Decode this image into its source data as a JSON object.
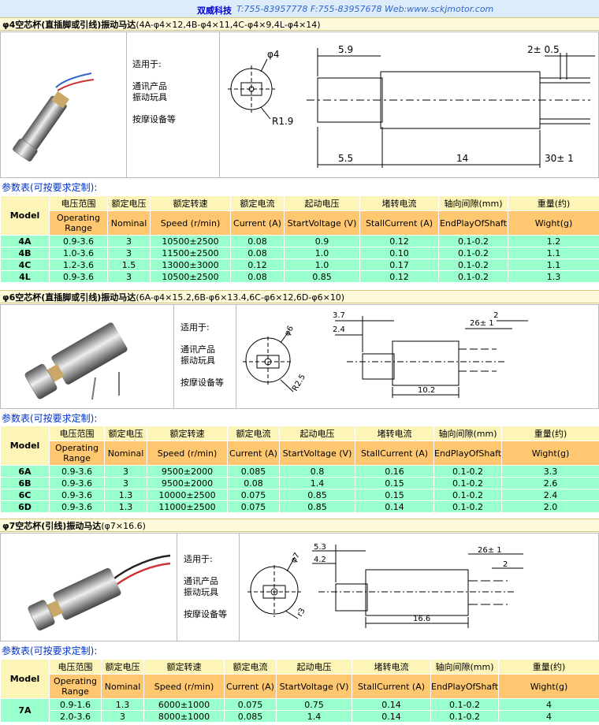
{
  "header": {
    "brand": "双威科技",
    "contact": "T:755-83957778 F:755-83957678 Web:www.sckjmotor.com"
  },
  "params_title": "参数表(可按要求定制):",
  "usage": {
    "title": "适用于:",
    "line1": "通讯产品",
    "line2": "振动玩具",
    "line3": "按摩设备等"
  },
  "columns_cn": [
    "Model",
    "电压范围",
    "额定电压",
    "额定转速",
    "额定电流",
    "起动电压",
    "堵转电流",
    "轴向间隙(mm)",
    "重量(约)"
  ],
  "columns_en": [
    "Operating Range",
    "Nominal",
    "Speed (r/min)",
    "Current (A)",
    "StartVoltage (V)",
    "StallCurrent (A)",
    "EndPlayOfShaft",
    "Wight(g)"
  ],
  "sections": [
    {
      "title": "φ4空芯杯(直插脚或引线)振动马达",
      "subtitle": "(4A-φ4×12,4B-φ4×11,4C-φ4×9,4L-φ4×14)",
      "dims": {
        "d1": "φ4",
        "r": "R1.9",
        "a": "5.9",
        "b": "5.5",
        "c": "14",
        "e": "2± 0.5",
        "f": "30± 1"
      },
      "rows": [
        {
          "model": "4A",
          "range": "0.9-3.6",
          "nominal": "3",
          "speed": "10500±2500",
          "current": "0.08",
          "start": "0.9",
          "stall": "0.12",
          "endplay": "0.1-0.2",
          "weight": "1.2"
        },
        {
          "model": "4B",
          "range": "1.0-3.6",
          "nominal": "3",
          "speed": "11500±2500",
          "current": "0.08",
          "start": "1.0",
          "stall": "0.10",
          "endplay": "0.1-0.2",
          "weight": "1.1"
        },
        {
          "model": "4C",
          "range": "1.2-3.6",
          "nominal": "1.5",
          "speed": "13000±3000",
          "current": "0.12",
          "start": "1.0",
          "stall": "0.17",
          "endplay": "0.1-0.2",
          "weight": "1.1"
        },
        {
          "model": "4L",
          "range": "0.9-3.6",
          "nominal": "3",
          "speed": "10500±2500",
          "current": "0.08",
          "start": "0.85",
          "stall": "0.12",
          "endplay": "0.1-0.2",
          "weight": "1.3"
        }
      ]
    },
    {
      "title": "φ6空芯杯(直插脚或引线)振动马达",
      "subtitle": "(6A-φ4×15.2,6B-φ6×13.4,6C-φ6×12,6D-φ6×10)",
      "dims": {
        "d1": "φ6",
        "r": "R2.5",
        "a": "3.7",
        "b": "2.4",
        "c": "10.2",
        "e": "2",
        "f": "26± 1"
      },
      "rows": [
        {
          "model": "6A",
          "range": "0.9-3.6",
          "nominal": "3",
          "speed": "9500±2000",
          "current": "0.085",
          "start": "0.8",
          "stall": "0.16",
          "endplay": "0.1-0.2",
          "weight": "3.3"
        },
        {
          "model": "6B",
          "range": "0.9-3.6",
          "nominal": "3",
          "speed": "9500±2000",
          "current": "0.08",
          "start": "1.4",
          "stall": "0.15",
          "endplay": "0.1-0.2",
          "weight": "2.6"
        },
        {
          "model": "6C",
          "range": "0.9-3.6",
          "nominal": "1.3",
          "speed": "10000±2500",
          "current": "0.075",
          "start": "0.85",
          "stall": "0.15",
          "endplay": "0.1-0.2",
          "weight": "2.4"
        },
        {
          "model": "6D",
          "range": "0.9-3.6",
          "nominal": "1.3",
          "speed": "11000±2500",
          "current": "0.075",
          "start": "0.85",
          "stall": "0.14",
          "endplay": "0.1-0.2",
          "weight": "2.0"
        }
      ]
    },
    {
      "title": "φ7空芯杯(引线)振动马达",
      "subtitle": "(φ7×16.6)",
      "dims": {
        "d1": "φ7",
        "r": "r3",
        "a": "5.3",
        "b": "4.2",
        "c": "16.6",
        "e": "2",
        "f": "26± 1"
      },
      "model": "7A",
      "rows": [
        {
          "range": "0.9-1.6",
          "nominal": "1.3",
          "speed": "6000±1000",
          "current": "0.075",
          "start": "0.75",
          "stall": "0.14",
          "endplay": "0.1-0.2",
          "weight": "4"
        },
        {
          "range": "2.0-3.6",
          "nominal": "3",
          "speed": "8000±1000",
          "current": "0.085",
          "start": "1.4",
          "stall": "0.14",
          "endplay": "0.1-0.2",
          "weight": "4"
        }
      ]
    }
  ],
  "colors": {
    "header_bg": "#dcecfb",
    "title_bg": "#fffadc",
    "table_head": "#fdf4b7",
    "table_head2": "#ffc870",
    "table_row": "#99ffcc",
    "params_title": "#0033cc"
  }
}
